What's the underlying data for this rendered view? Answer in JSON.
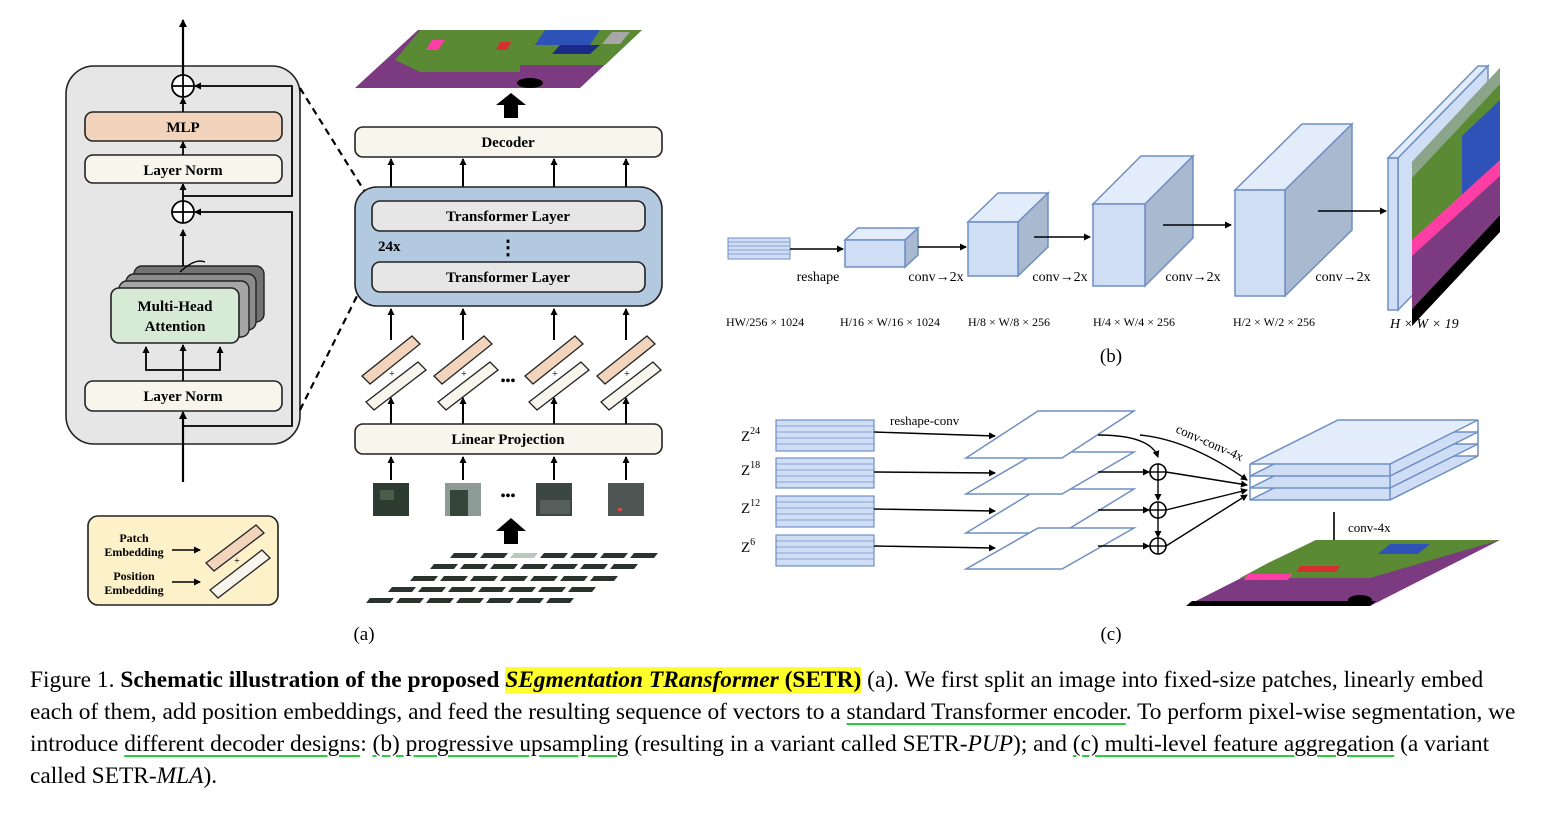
{
  "panel_a": {
    "block": {
      "mlp": "MLP",
      "layer_norm_top": "Layer Norm",
      "mha_line1": "Multi-Head",
      "mha_line2": "Attention",
      "layer_norm_bottom": "Layer Norm"
    },
    "legend": {
      "patch_line1": "Patch",
      "patch_line2": "Embedding",
      "position_line1": "Position",
      "position_line2": "Embedding"
    },
    "stack": {
      "decoder": "Decoder",
      "layer_top": "Transformer Layer",
      "repeat": "24x",
      "vdots": "⋮",
      "layer_bottom": "Transformer Layer",
      "hdots": "•••",
      "linear_projection": "Linear Projection",
      "patch_hdots": "•••"
    },
    "label": "(a)"
  },
  "panel_b": {
    "arrow_labels": [
      "reshape",
      "conv→2x",
      "conv→2x",
      "conv→2x",
      "conv→2x"
    ],
    "dims": [
      "HW/256 × 1024",
      "H/16 × W/16 × 1024",
      "H/8 × W/8 × 256",
      "H/4 × W/4 × 256",
      "H/2 × W/2 × 256",
      "H × W × 19"
    ],
    "label": "(b)"
  },
  "panel_c": {
    "inputs": [
      {
        "base": "Z",
        "sup": "24"
      },
      {
        "base": "Z",
        "sup": "18"
      },
      {
        "base": "Z",
        "sup": "12"
      },
      {
        "base": "Z",
        "sup": "6"
      }
    ],
    "reshape_conv": "reshape-conv",
    "conv_conv_4x": "conv-conv-4x",
    "conv_4x": "conv-4x",
    "label": "(c)"
  },
  "caption": {
    "prefix": "Figure 1. ",
    "bold_lead": "Schematic illustration of the proposed ",
    "highlight": "SEgmentation TRansformer",
    "bold_setr": " (SETR)",
    "t1": " (a). We first split an image into fixed-size patches, linearly embed each of them, add position embeddings, and feed the resulting sequence of vectors to a ",
    "u1": "standard Transformer encoder",
    "t2": ". To perform pixel-wise segmentation, we introduce ",
    "u2": "different decoder designs",
    "t3": ": ",
    "u3": "(b) progressive upsampling",
    "t4": " (resulting in a variant called SETR-",
    "pup": "PUP",
    "t5": "); and ",
    "u4": "(c) multi-level feature aggregation",
    "t6": " (a variant called SETR-",
    "mla": "MLA",
    "t7": ")."
  },
  "colors": {
    "encoder_bg": "#e6e6e6",
    "stack_bg": "#b3c9e0",
    "mlp": "#f2d4bd",
    "mha": "#d6ead6",
    "legend_bg": "#fdf1c9",
    "box": "#f8f5ec",
    "feature": "#cfdef5",
    "feature_edge": "#6f8fc4",
    "seg_purple": "#7c3a80",
    "seg_green": "#5a8a33",
    "highlight": "#ffff2b",
    "underline": "#2ecc40"
  }
}
